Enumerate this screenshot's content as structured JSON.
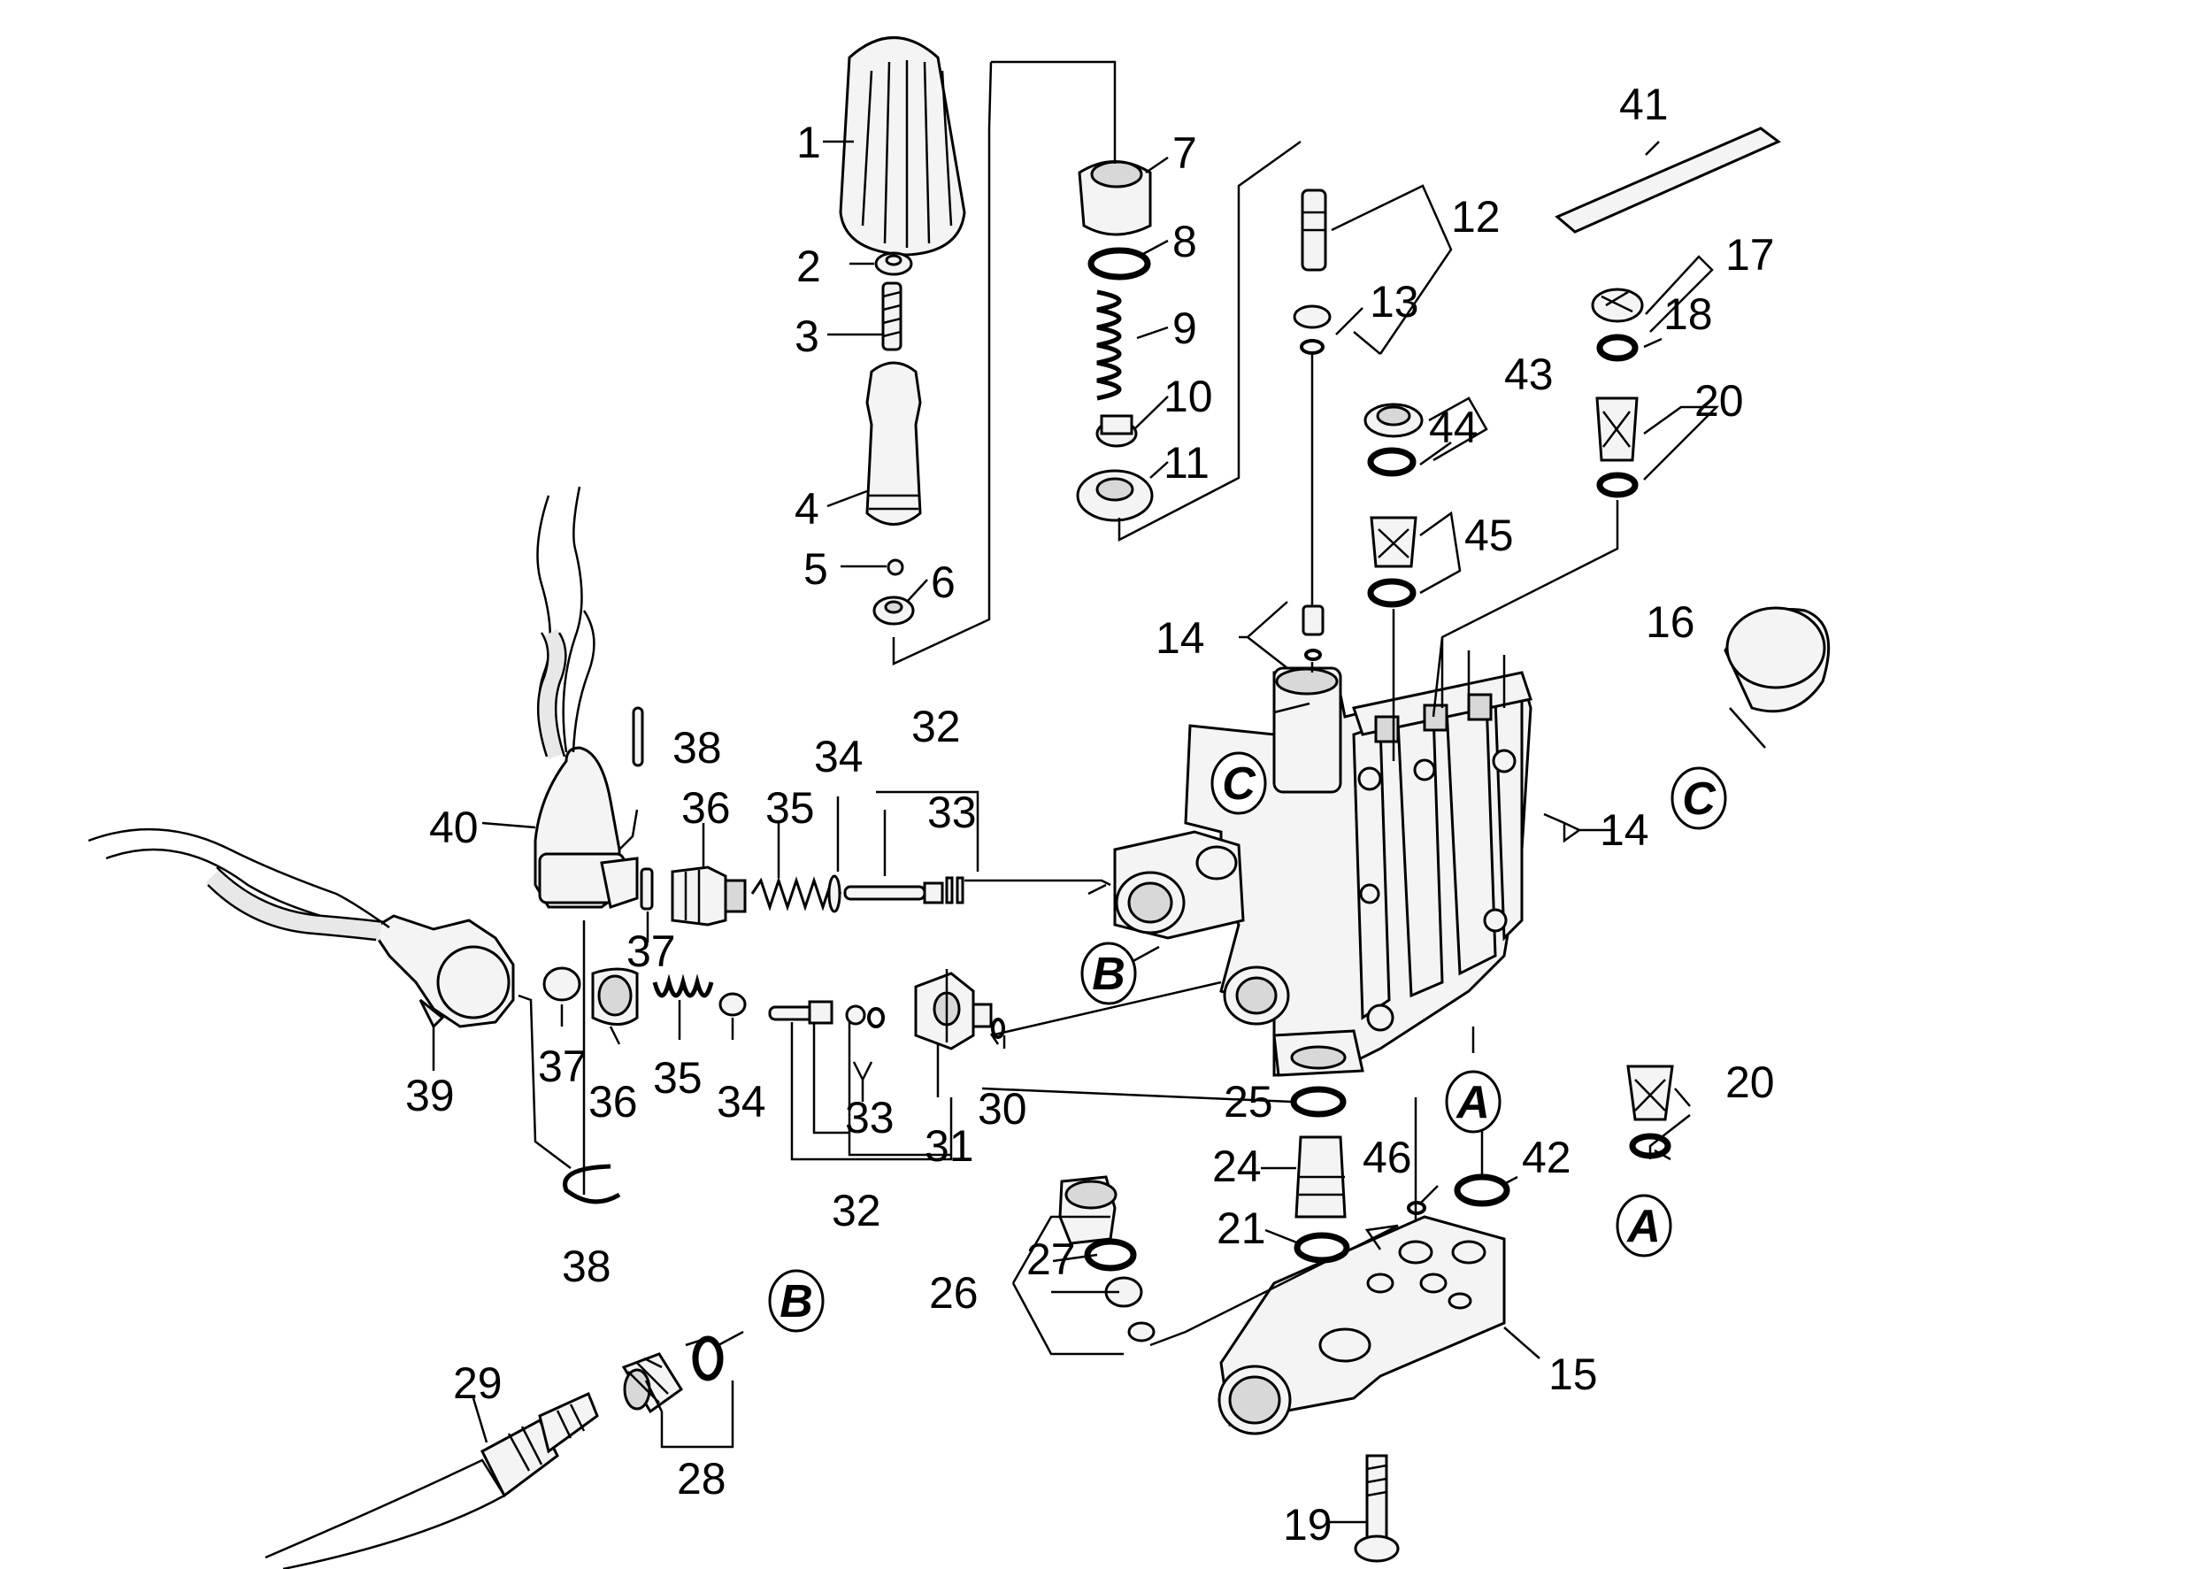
{
  "labels": {
    "p1": "1",
    "p2": "2",
    "p3": "3",
    "p4": "4",
    "p5": "5",
    "p6": "6",
    "p7": "7",
    "p8": "8",
    "p9": "9",
    "p10": "10",
    "p11": "11",
    "p12": "12",
    "p13": "13",
    "p14a": "14",
    "p14b": "14",
    "p15": "15",
    "p16": "16",
    "p17": "17",
    "p18": "18",
    "p19": "19",
    "p20a": "20",
    "p20b": "20",
    "p21": "21",
    "p24": "24",
    "p25": "25",
    "p26": "26",
    "p27": "27",
    "p28": "28",
    "p29": "29",
    "p30": "30",
    "p31": "31",
    "p32a": "32",
    "p32b": "32",
    "p33a": "33",
    "p33b": "33",
    "p34a": "34",
    "p34b": "34",
    "p35a": "35",
    "p35b": "35",
    "p36a": "36",
    "p36b": "36",
    "p37a": "37",
    "p37b": "37",
    "p38a": "38",
    "p38b": "38",
    "p39": "39",
    "p40": "40",
    "p41": "41",
    "p42": "42",
    "p43": "43",
    "p44": "44",
    "p45": "45",
    "p46": "46"
  },
  "refs": {
    "c1": "C",
    "c2": "C",
    "b1": "B",
    "b2": "B",
    "a1": "A",
    "a2": "A"
  }
}
